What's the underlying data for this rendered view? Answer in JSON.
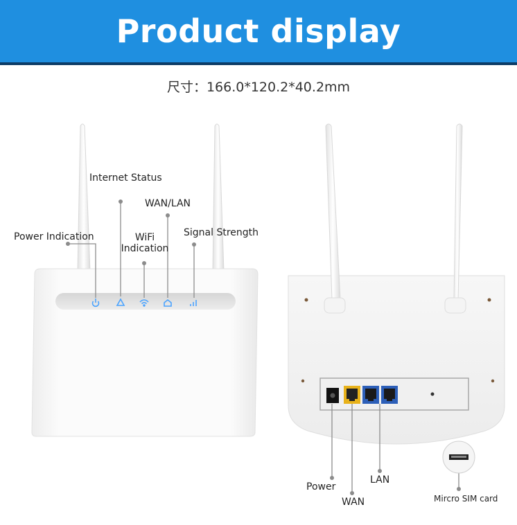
{
  "banner": {
    "title": "Product display",
    "background_color": "#1f8fe0",
    "border_color": "#0d3c66"
  },
  "dimensions": "尺寸：166.0*120.2*40.2mm",
  "front_view": {
    "labels": {
      "internet_status": "Internet Status",
      "wan_lan": "WAN/LAN",
      "power_indication": "Power Indication",
      "wifi_indication_line1": "WiFi",
      "wifi_indication_line2": "Indication",
      "signal_strength": "Signal Strength"
    },
    "led_color": "#4aa3ff"
  },
  "back_view": {
    "labels": {
      "power": "Power",
      "wan": "WAN",
      "lan": "LAN",
      "sim": "Mircro SIM card"
    },
    "wan_port_color": "#e8b21a",
    "lan_port_color": "#2d5fb8"
  }
}
